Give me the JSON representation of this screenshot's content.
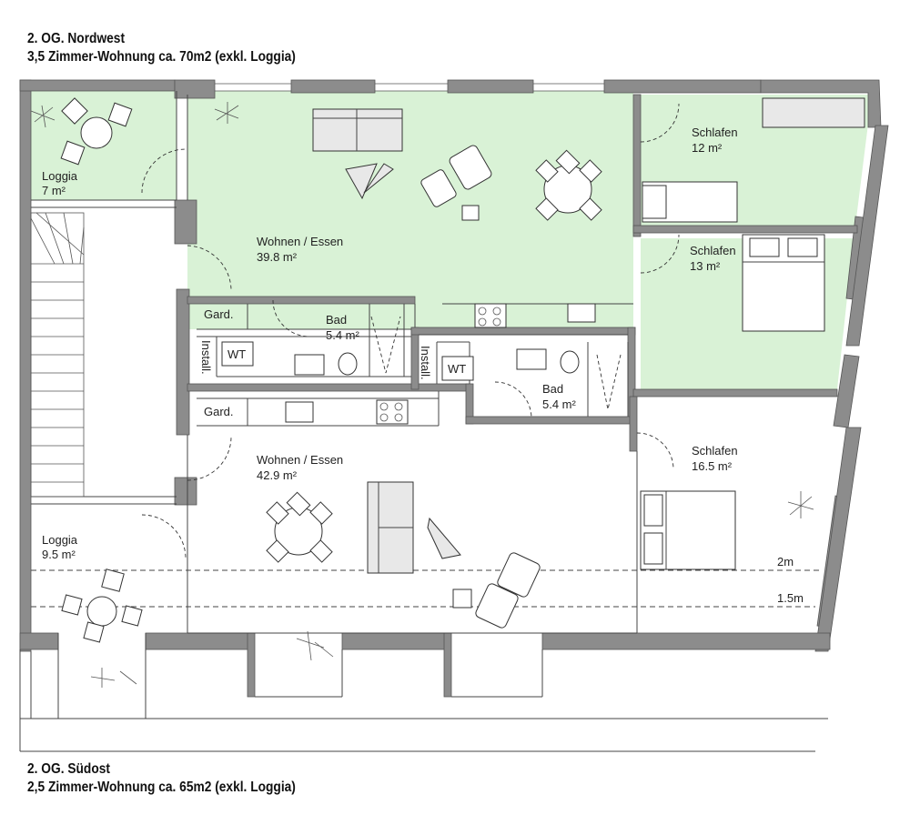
{
  "header_top": {
    "floor": "2. OG. Nordwest",
    "unit": "3,5 Zimmer-Wohnung   ca. 70m2 (exkl. Loggia)"
  },
  "header_bottom": {
    "floor": "2. OG. Südost",
    "unit": "2,5 Zimmer-Wohnung   ca. 65m2 (exkl. Loggia)"
  },
  "colors": {
    "apartment_green": "#d9f2d6",
    "wall": "#8c8c8c",
    "line": "#444444"
  },
  "rooms": {
    "loggia_nw": {
      "name": "Loggia",
      "area": "7 m²"
    },
    "wohnen_nw": {
      "name": "Wohnen / Essen",
      "area": "39.8 m²"
    },
    "schlafen_12": {
      "name": "Schlafen",
      "area": "12 m²"
    },
    "schlafen_13": {
      "name": "Schlafen",
      "area": "13 m²"
    },
    "bad_nw": {
      "name": "Bad",
      "area": "5.4 m²"
    },
    "gard_nw": {
      "name": "Gard."
    },
    "install_nw": {
      "name": "Install."
    },
    "wt_nw": {
      "name": "WT"
    },
    "bad_so": {
      "name": "Bad",
      "area": "5.4 m²"
    },
    "install_so": {
      "name": "Install."
    },
    "wt_so": {
      "name": "WT"
    },
    "gard_so": {
      "name": "Gard."
    },
    "wohnen_so": {
      "name": "Wohnen / Essen",
      "area": "42.9 m²"
    },
    "schlafen_16": {
      "name": "Schlafen",
      "area": "16.5 m²"
    },
    "loggia_so": {
      "name": "Loggia",
      "area": "9.5 m²"
    }
  },
  "height_lines": {
    "line_2m": "2m",
    "line_15m": "1.5m"
  }
}
